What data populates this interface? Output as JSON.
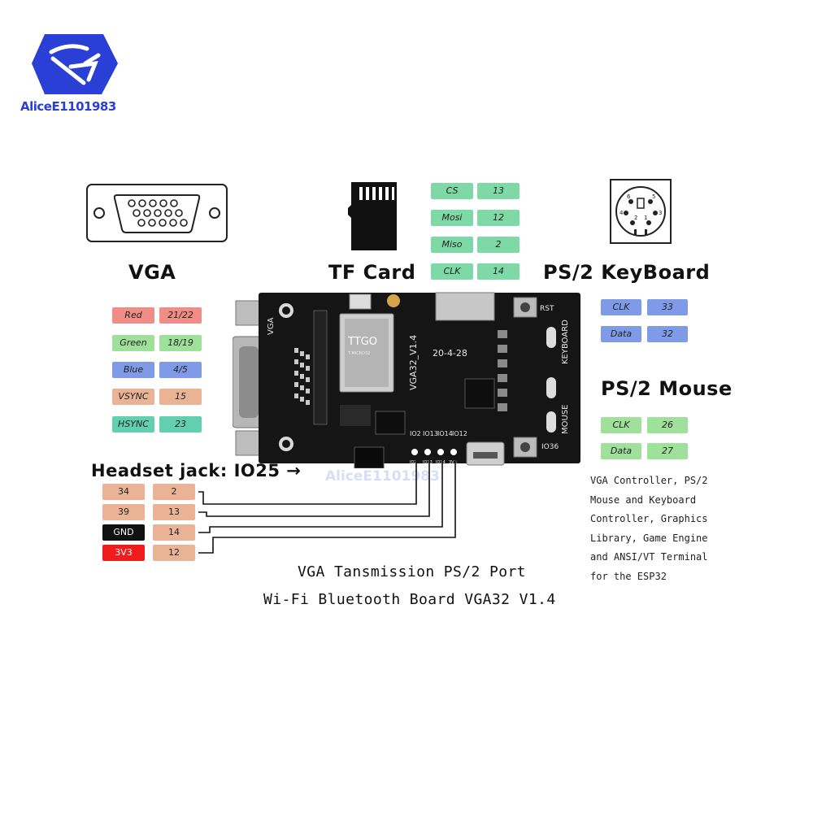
{
  "logo": {
    "text": "AliceE1101983"
  },
  "headings": {
    "vga": "VGA",
    "tf_card": "TF Card",
    "ps2_keyboard": "PS/2 KeyBoard",
    "ps2_mouse": "PS/2 Mouse",
    "headset": "Headset jack: IO25 →"
  },
  "tf_pins": [
    {
      "name": "CS",
      "pin": "13"
    },
    {
      "name": "Mosi",
      "pin": "12"
    },
    {
      "name": "Miso",
      "pin": "2"
    },
    {
      "name": "CLK",
      "pin": "14"
    }
  ],
  "vga_pins": [
    {
      "name": "Red",
      "pin": "21/22",
      "color": "#ef8d86"
    },
    {
      "name": "Green",
      "pin": "18/19",
      "color": "#9fe09a"
    },
    {
      "name": "Blue",
      "pin": "4/5",
      "color": "#7f9be8"
    },
    {
      "name": "VSYNC",
      "pin": "15",
      "color": "#eab395"
    },
    {
      "name": "HSYNC",
      "pin": "23",
      "color": "#62cfae"
    }
  ],
  "keyboard_pins": [
    {
      "name": "CLK",
      "pin": "33"
    },
    {
      "name": "Data",
      "pin": "32"
    }
  ],
  "mouse_pins": [
    {
      "name": "CLK",
      "pin": "26"
    },
    {
      "name": "Data",
      "pin": "27"
    }
  ],
  "ps2_connector_pins": [
    "6",
    "5",
    "4",
    "3",
    "2",
    "1"
  ],
  "header_pins": [
    {
      "left": "34",
      "right": "2"
    },
    {
      "left": "39",
      "right": "13"
    },
    {
      "left": "GND",
      "right": "14"
    },
    {
      "left": "3V3",
      "right": "12"
    }
  ],
  "board": {
    "vga_label": "VGA",
    "module_brand": "TTGO",
    "module_sub": "T-MICRO32",
    "board_name": "VGA32_V1.4",
    "date": "20-4-28",
    "rst": "RST",
    "keyboard": "KEYBOARD",
    "mouse": "MOUSE",
    "io36": "IO36",
    "io_labels": [
      "IO2",
      "IO13",
      "IO14",
      "IO12"
    ],
    "pin_labels": [
      "IO2",
      "IO13",
      "IO14",
      "3V3"
    ],
    "watermark": "AliceE1101983"
  },
  "caption": {
    "line1": "VGA Tansmission PS/2 Port",
    "line2": "Wi-Fi Bluetooth Board VGA32 V1.4"
  },
  "description": [
    "VGA Controller, PS/2",
    "Mouse and Keyboard",
    "Controller, Graphics",
    "Library, Game Engine",
    "and ANSI/VT Terminal",
    "for the ESP32"
  ],
  "colors": {
    "tf_chip": "#7ed9a6",
    "ps2_keyboard_chip": "#7f9be8",
    "ps2_mouse_chip": "#9fe09a",
    "header_chip": "#eab395",
    "gnd_chip": "#111111",
    "v3v3_chip": "#ef1d1d",
    "logo_blue": "#2a3fd6",
    "logo_red": "#e02020",
    "pcb": "#151515"
  }
}
